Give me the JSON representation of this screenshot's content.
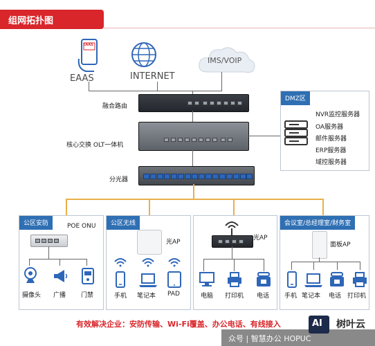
{
  "header": {
    "title": "组网拓扑图"
  },
  "top": {
    "eaas": "EAAS",
    "internet": "INTERNET",
    "ims": "IMS/VOIP",
    "eaas_badge": "EAAS"
  },
  "devices": {
    "router": "融合路由",
    "core": "核心交换 OLT一体机",
    "splitter": "分光器"
  },
  "dmz": {
    "title": "DMZ区",
    "servers": [
      "NVR监控服务器",
      "OA服务器",
      "邮件服务器",
      "ERP服务器",
      "域控服务器"
    ]
  },
  "zones": {
    "security": {
      "title": "公区安防",
      "device": "POE ONU",
      "items": [
        "摄像头",
        "广播",
        "门禁"
      ]
    },
    "wireless": {
      "title": "公区无线",
      "device": "光AP",
      "items": [
        "手机",
        "笔记本",
        "PAD"
      ]
    },
    "office": {
      "device": "光AP",
      "items": [
        "电脑",
        "打印机",
        "电话"
      ]
    },
    "meeting": {
      "title": "会议室/总经理室/财务室",
      "device": "面板AP",
      "items": [
        "手机",
        "笔记本",
        "电话",
        "打印机"
      ]
    }
  },
  "footer": {
    "text": "有效解决企业：安防传输、Wi-Fi覆盖、办公电话、有线接入"
  },
  "watermark": {
    "left": "众号 | 智慧办公 HOPUC",
    "logo": "AI",
    "brand": "树叶云"
  },
  "colors": {
    "accent": "#d9262b",
    "zone_tag": "#2f6fb3",
    "fiber": "#e8b04a"
  }
}
